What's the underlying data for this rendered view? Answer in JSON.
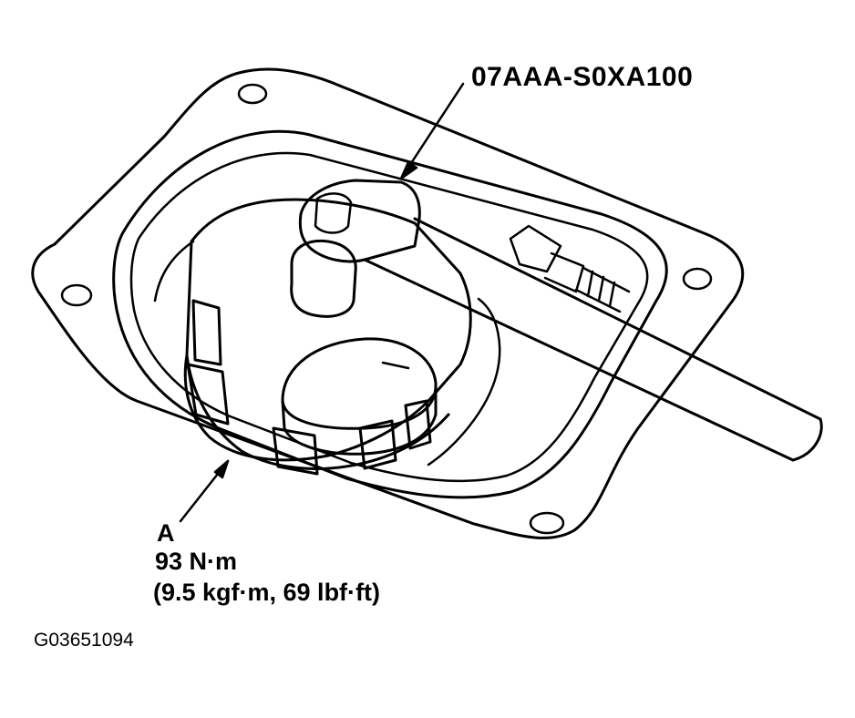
{
  "callouts": {
    "tool_number": "07AAA-S0XA100",
    "part_letter": "A",
    "torque_metric": "93 N·m",
    "torque_alternate": "(9.5 kgf·m, 69 lbf·ft)"
  },
  "figure_code": "G03651094",
  "colors": {
    "ink": "#000000",
    "paper": "#ffffff"
  }
}
